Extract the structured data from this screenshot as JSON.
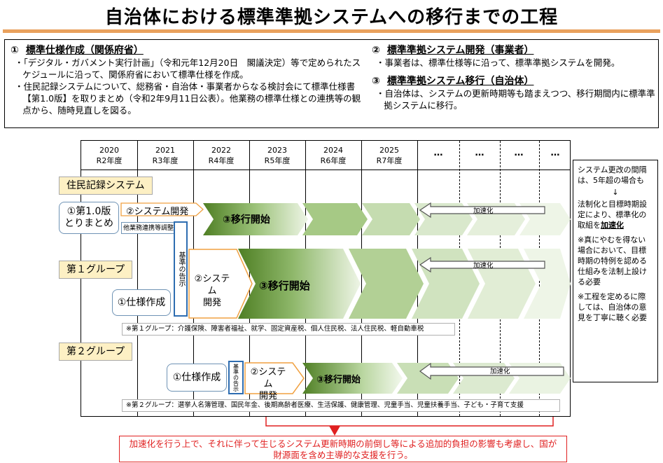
{
  "title": "自治体における標準準拠システムへの移行までの工程",
  "sections": {
    "s1": {
      "num": "①",
      "title": "標準仕様作成（関係府省）",
      "bullets": [
        "・「デジタル・ガバメント実行計画」（令和元年12月20日　閣議決定）等で定められたスケジュールに沿って、関係府省において標準仕様を作成。",
        "・住民記録システムについて、総務省・自治体・事業者からなる検討会にて標準仕様書【第1.0版】を取りまとめ（令和2年9月11日公表）。他業務の標準仕様との連携等の観点から、随時見直しを図る。"
      ]
    },
    "s2": {
      "num": "②",
      "title": "標準準拠システム開発（事業者）",
      "bullets": [
        "・事業者は、標準仕様等に沿って、標準準拠システムを開発。"
      ]
    },
    "s3": {
      "num": "③",
      "title": "標準準拠システム移行（自治体）",
      "bullets": [
        "・自治体は、システムの更新時期等も踏まえつつ、移行期間内に標準準拠システムに移行。"
      ]
    }
  },
  "timeline": {
    "years": [
      {
        "year": "2020",
        "era": "R2年度"
      },
      {
        "year": "2021",
        "era": "R3年度"
      },
      {
        "year": "2022",
        "era": "R4年度"
      },
      {
        "year": "2023",
        "era": "R5年度"
      },
      {
        "year": "2024",
        "era": "R6年度"
      },
      {
        "year": "2025",
        "era": "R7年度"
      }
    ],
    "ellipsis": [
      "…",
      "…",
      "…",
      "…"
    ]
  },
  "juki": {
    "label": "住民記録システム",
    "spec": "①第1.0版\nとりまとめ",
    "dev": "②システム開発",
    "coord": "他業務連携等調整",
    "migrate": "③移行開始",
    "accel": "加速化"
  },
  "standard_notice": "基準の告示",
  "group1": {
    "label": "第１グループ",
    "spec": "①仕様作成",
    "dev": "②システム\n開発",
    "migrate": "③移行開始",
    "accel": "加速化",
    "note": "※第１グループ：介護保険、障害者福祉、就学、固定資産税、個人住民税、法人住民税、軽自動車税"
  },
  "group2": {
    "label": "第２グループ",
    "spec": "①仕様作成",
    "notice": "基準の告示",
    "dev": "②システム\n開発",
    "migrate": "③移行開始",
    "accel": "加速化",
    "note": "※第２グループ：選挙人名簿管理、国民年金、後期高齢者医療、生活保護、健康管理、児童手当、児童扶養手当、子ども・子育て支援"
  },
  "side": {
    "p1": "システム更改の間隔は、5年超の場合も",
    "arrow": "↓",
    "p2a": "法制化と目標時期設定により、標準化の取組を",
    "p2b": "加速化",
    "p3": "※真にやむを得ない場合において、目標時期の特例を認める仕組みを法制上設ける必要",
    "p4": "※工程を定めるに際しては、自治体の意見を丁寧に聴く必要"
  },
  "bottom_note": "加速化を行う上で、それに伴って生じるシステム更新時期の前倒し等による追加的負担の影響も考慮し、国が財源面を含め主導的な支援を行う。",
  "colors": {
    "accent_rule": "#e9a15d",
    "group_label_bg": "#fdf0c4",
    "arrow_dark": "#5a8a2c",
    "arrow_light": "#e6f0da",
    "red": "#e02020",
    "blue_frame": "#2e6db1"
  }
}
